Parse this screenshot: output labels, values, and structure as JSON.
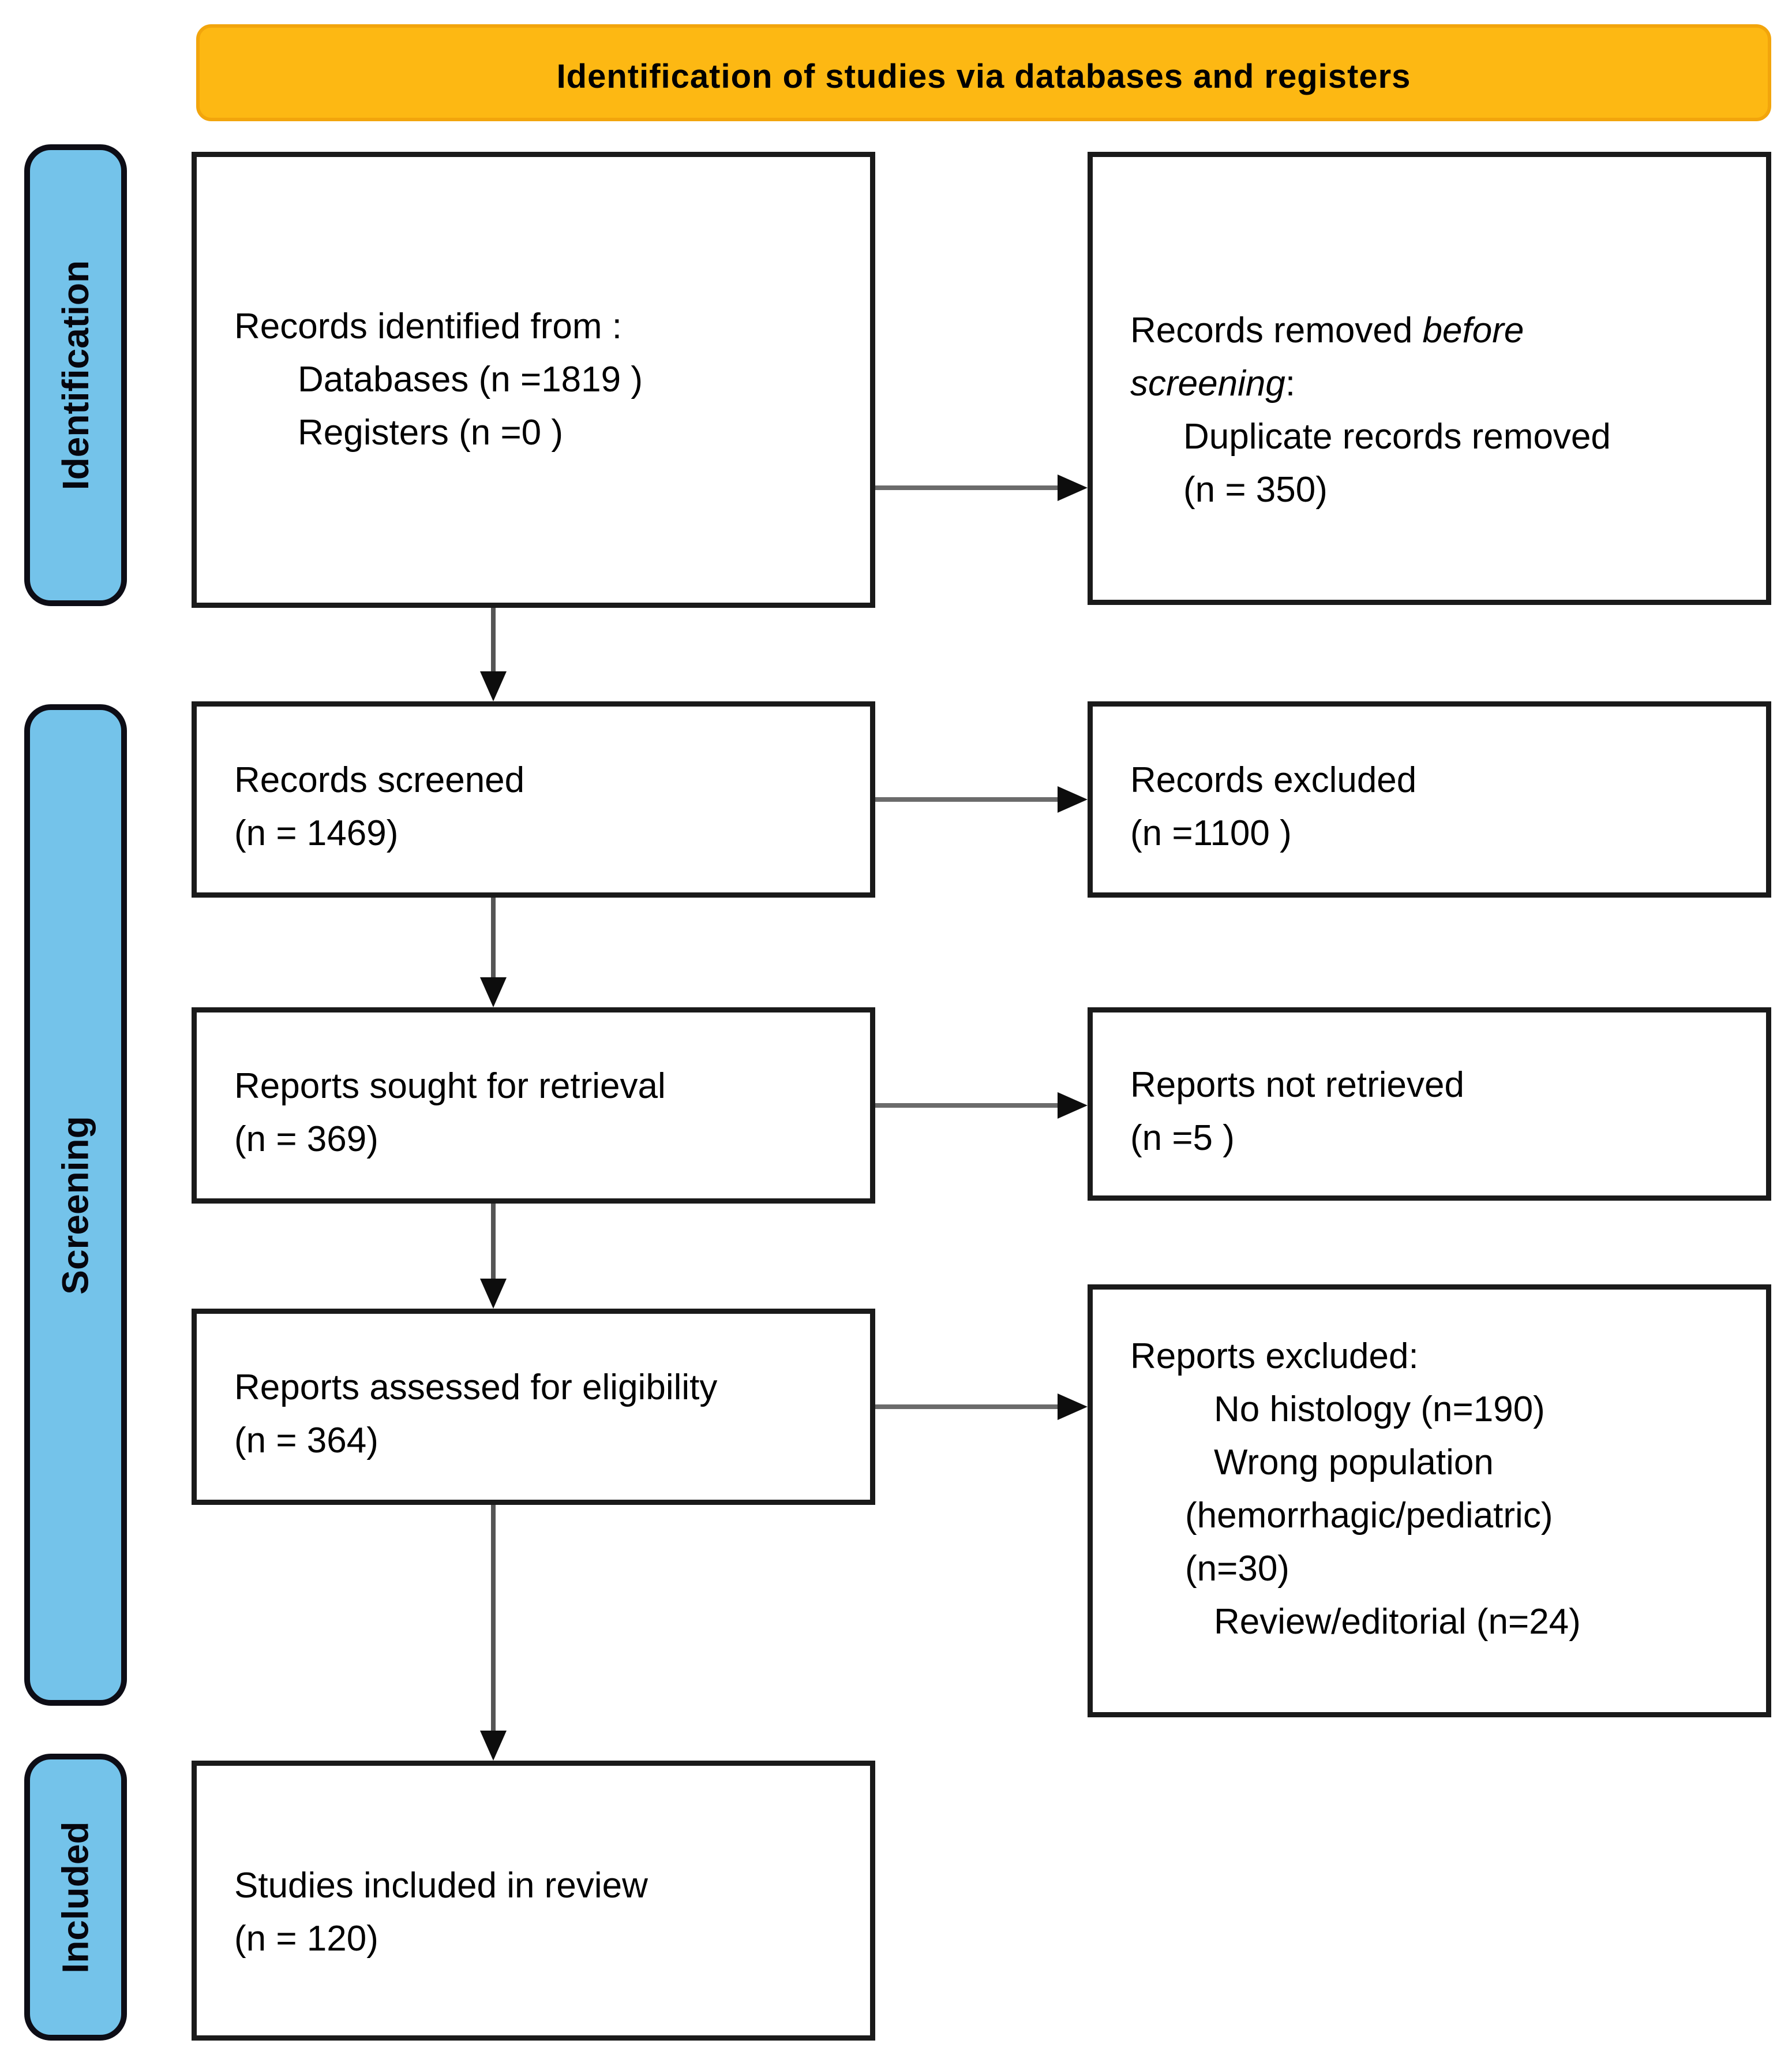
{
  "header": {
    "label": "Identification of studies via databases and registers"
  },
  "stages": {
    "identification": "Identification",
    "screening": "Screening",
    "included": "Included"
  },
  "boxes": {
    "records_identified": {
      "l1": "Records identified from :",
      "l2": "Databases (n =1819 )",
      "l3": "Registers (n =0 )"
    },
    "records_removed": {
      "l1_regular": "Records removed ",
      "l1_italic": "before",
      "l2_italic": "screening",
      "l2_regular": ":",
      "l3": "Duplicate records removed",
      "l4": "(n = 350)"
    },
    "records_screened": {
      "l1": "Records screened",
      "l2": "(n = 1469)"
    },
    "records_excluded": {
      "l1": "Records excluded",
      "l2": "(n =1100 )"
    },
    "reports_sought": {
      "l1": "Reports sought for retrieval",
      "l2": "(n = 369)"
    },
    "reports_not_retrieved": {
      "l1": "Reports not retrieved",
      "l2": "(n =5 )"
    },
    "reports_assessed": {
      "l1": "Reports assessed for eligibility",
      "l2": "(n = 364)"
    },
    "reports_excluded": {
      "l1": "Reports excluded:",
      "l2": "No histology (n=190)",
      "l3": "Wrong population",
      "l4": "(hemorrhagic/pediatric)",
      "l5": "(n=30)",
      "l6": "Review/editorial (n=24)"
    },
    "studies_included": {
      "l1": "Studies included in review",
      "l2": "(n =  120)"
    }
  },
  "colors": {
    "header_fill": "#FDB813",
    "header_border": "#F2A50C",
    "stage_fill": "#74C3EA",
    "stage_border": "#0D0D16",
    "box_border": "#1A1A1A",
    "arrow_line": "#555555",
    "arrow_head": "#0D0D0D",
    "text": "#000000",
    "background": "#FFFFFF"
  }
}
